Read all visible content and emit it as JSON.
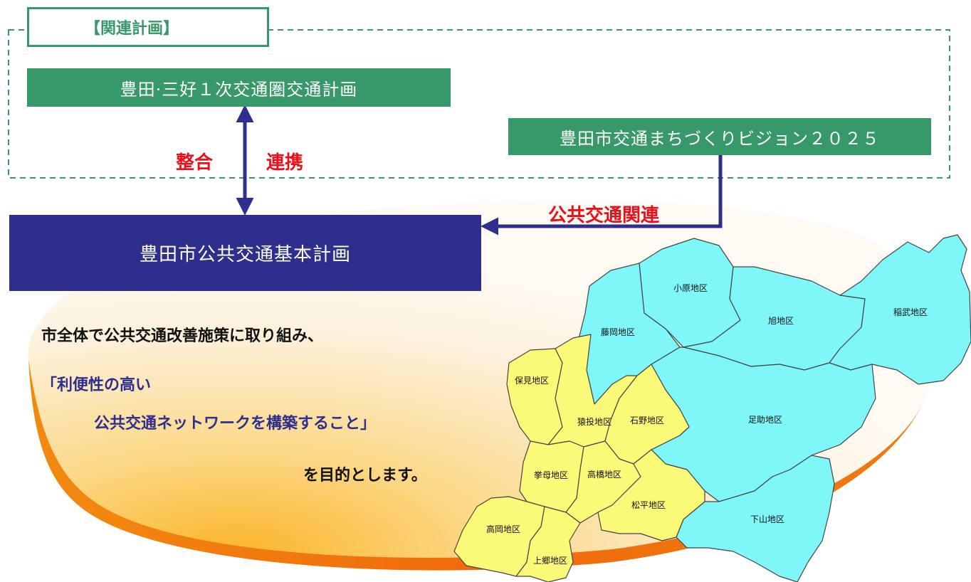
{
  "related_plans": {
    "header": "【関連計画】",
    "plan_a": "豊田·三好１次交通圏交通計画",
    "plan_b": "豊田市交通まちづくりビジョン２０２５"
  },
  "labels": {
    "consistency": "整合",
    "cooperation": "連携",
    "public_transport_related": "公共交通関連"
  },
  "main_plan": "豊田市公共交通基本計画",
  "goal": {
    "line1": "市全体で公共交通改善施策に取り組み、",
    "line2": "「利便性の高い",
    "line3": "公共交通ネットワークを構築すること」",
    "line4": "を目的とします。"
  },
  "districts": {
    "obara": "小原地区",
    "fujioka": "藤岡地区",
    "asahi": "旭地区",
    "inabu": "稲武地区",
    "homi": "保見地区",
    "sanage": "猿投地区",
    "ishino": "石野地区",
    "asuke": "足助地区",
    "koromo": "挙母地区",
    "takahashi": "高橋地区",
    "matsudaira": "松平地区",
    "takaoka": "高岡地区",
    "kamigo": "上郷地区",
    "shimoyama": "下山地区"
  },
  "colors": {
    "green": "#37996a",
    "navy": "#2e2e8c",
    "red": "#e8101a",
    "yellow_region": "#fbfa78",
    "cyan_region": "#7ff7f9",
    "orange_arc": "#f07010"
  }
}
